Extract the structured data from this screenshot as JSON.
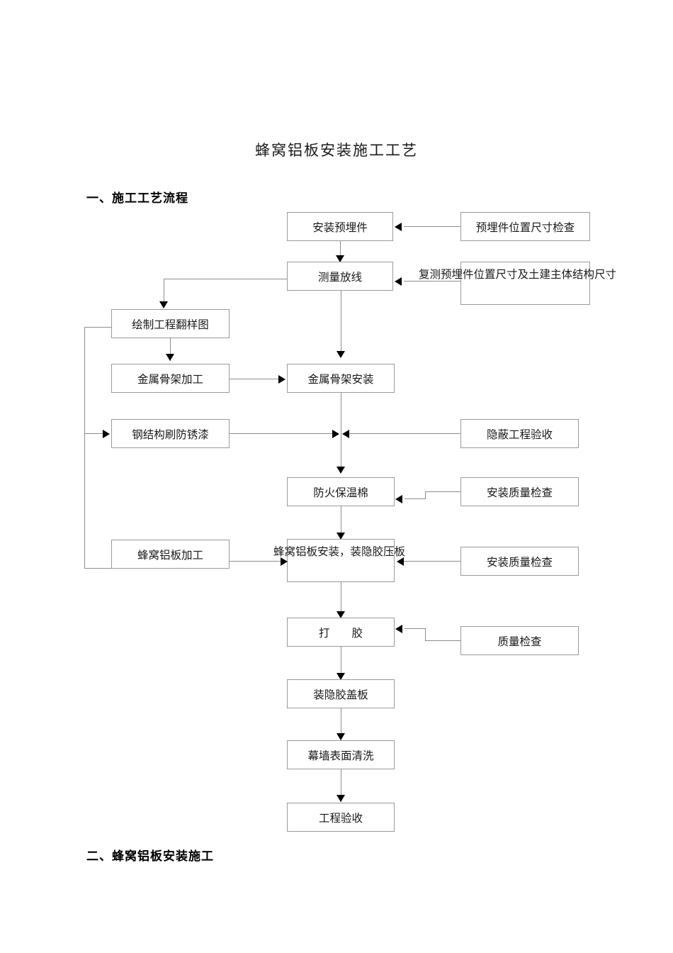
{
  "document": {
    "title": "蜂窝铝板安装施工工艺",
    "headings": [
      {
        "id": "h1",
        "text": "一、施工工艺流程"
      },
      {
        "id": "h2",
        "text": "二、蜂窝铝板安装施工"
      }
    ]
  },
  "flowchart": {
    "type": "process-flow-diagram",
    "orientation": "top-to-bottom",
    "nodes": {
      "install_embedded_parts": "安装预埋件",
      "embedded_parts_check": "预埋件位置尺寸检查",
      "survey_setting_out": "测量放线",
      "recheck_dimensions": "复测预埋件位置尺寸及土建主体结构尺寸",
      "draw_shop_drawing": "绘制工程翻样图",
      "frame_fabrication": "金属骨架加工",
      "frame_installation": "金属骨架安装",
      "antirust_paint": "钢结构刷防锈漆",
      "concealed_acceptance": "隐蔽工程验收",
      "fireproof_insulation": "防火保温棉",
      "install_quality_check_1": "安装质量检查",
      "panel_fabrication": "蜂窝铝板加工",
      "panel_installation": "蜂窝铝板安装，装隐胶压板",
      "install_quality_check_2": "安装质量检查",
      "sealant": "打　　胶",
      "quality_check": "质量检查",
      "install_cover_strip": "装隐胶盖板",
      "curtain_wall_cleaning": "幕墙表面清洗",
      "project_acceptance": "工程验收"
    }
  },
  "colors": {
    "box_border": "#9a9a9a",
    "connector": "#8d8d8d",
    "arrowhead": "#000000",
    "text": "#1a1a1a",
    "page_background": "#ffffff"
  }
}
